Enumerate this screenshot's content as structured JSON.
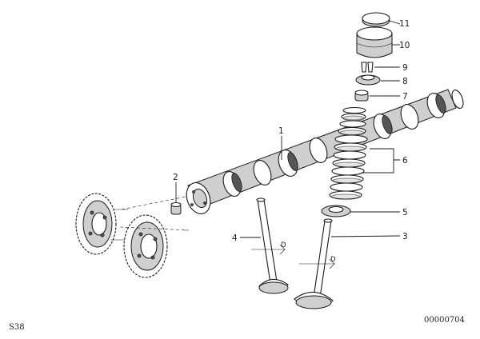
{
  "diagram": {
    "parts": [
      {
        "number": "1",
        "name_icon": "camshaft"
      },
      {
        "number": "2",
        "name_icon": "plug"
      },
      {
        "number": "3",
        "name_icon": "exhaust-valve"
      },
      {
        "number": "4",
        "name_icon": "intake-valve"
      },
      {
        "number": "5",
        "name_icon": "spring-plate"
      },
      {
        "number": "6",
        "name_icon": "valve-springs"
      },
      {
        "number": "7",
        "name_icon": "valve-stem-seal"
      },
      {
        "number": "8",
        "name_icon": "spring-retainer"
      },
      {
        "number": "9",
        "name_icon": "valve-keeper"
      },
      {
        "number": "10",
        "name_icon": "bucket-tappet"
      },
      {
        "number": "11",
        "name_icon": "adjusting-disc"
      }
    ],
    "ref_marks": [
      "D",
      "D"
    ],
    "corner_label": "S38",
    "drawing_id": "00000704"
  }
}
